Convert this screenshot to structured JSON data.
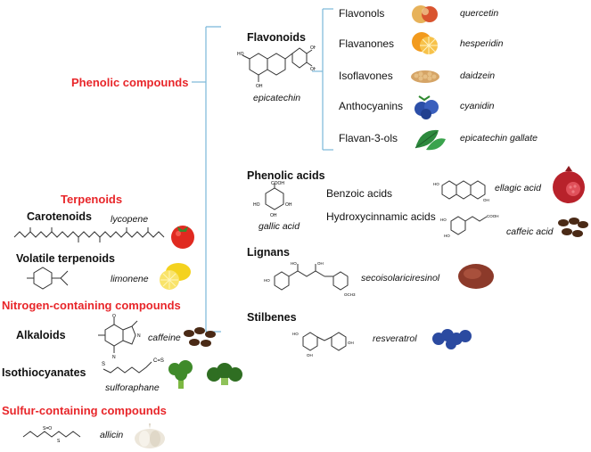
{
  "categories": {
    "phenolic": "Phenolic compounds",
    "terpenoids": "Terpenoids",
    "nitrogen": "Nitrogen-containing compounds",
    "sulfur": "Sulfur-containing compounds"
  },
  "flavonoids": {
    "title": "Flavonoids",
    "example": "epicatechin",
    "items": [
      {
        "label": "Flavonols",
        "example": "quercetin",
        "icon": "apple-icon"
      },
      {
        "label": "Flavanones",
        "example": "hesperidin",
        "icon": "orange-icon"
      },
      {
        "label": "Isoflavones",
        "example": "daidzein",
        "icon": "soybeans-icon"
      },
      {
        "label": "Anthocyanins",
        "example": "cyanidin",
        "icon": "blueberries-icon"
      },
      {
        "label": "Flavan-3-ols",
        "example": "epicatechin gallate",
        "icon": "tea-leaves-icon"
      }
    ]
  },
  "phenolic_acids": {
    "title": "Phenolic acids",
    "example": "gallic acid",
    "items": [
      {
        "label": "Benzoic acids",
        "example": "ellagic acid",
        "icon": "pomegranate-icon"
      },
      {
        "label": "Hydroxycinnamic acids",
        "example": "caffeic acid",
        "icon": "coffee-beans-icon"
      }
    ]
  },
  "lignans": {
    "title": "Lignans",
    "example": "secoisolariciresinol",
    "icon": "flaxseed-icon"
  },
  "stilbenes": {
    "title": "Stilbenes",
    "example": "resveratrol",
    "icon": "blueberries-icon"
  },
  "terpenoids": {
    "carotenoids": {
      "title": "Carotenoids",
      "example": "lycopene",
      "icon": "tomato-icon"
    },
    "volatile": {
      "title": "Volatile terpenoids",
      "example": "limonene",
      "icon": "lemon-icon"
    }
  },
  "nitrogen": {
    "alkaloids": {
      "title": "Alkaloids",
      "example": "caffeine",
      "icon": "coffee-beans-icon"
    },
    "isothiocyanates": {
      "title": "Isothiocyanates",
      "example": "sulforaphane",
      "icon": "broccoli-icon"
    }
  },
  "sulfur": {
    "allicin": {
      "example": "allicin",
      "icon": "garlic-icon"
    }
  },
  "colors": {
    "category": "#e8262a",
    "bracket": "#7ab8d9"
  }
}
